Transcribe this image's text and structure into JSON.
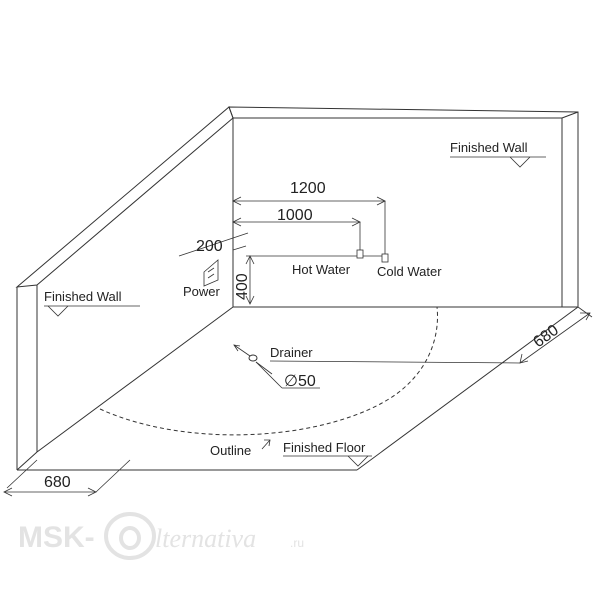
{
  "labels": {
    "finished_wall_right": "Finished Wall",
    "finished_wall_left": "Finished Wall",
    "hot_water": "Hot Water",
    "cold_water": "Cold Water",
    "power": "Power",
    "drainer": "Drainer",
    "drain_diameter": "∅50",
    "outline": "Outline",
    "finished_floor": "Finished Floor"
  },
  "dimensions": {
    "cold_water_offset": "1200",
    "hot_water_offset": "1000",
    "height_offset": "200",
    "pipe_height": "400",
    "right_depth": "680",
    "left_depth": "680"
  },
  "watermark": {
    "left": "MSK-",
    "mid": "lternativa",
    "suffix": ".ru"
  }
}
